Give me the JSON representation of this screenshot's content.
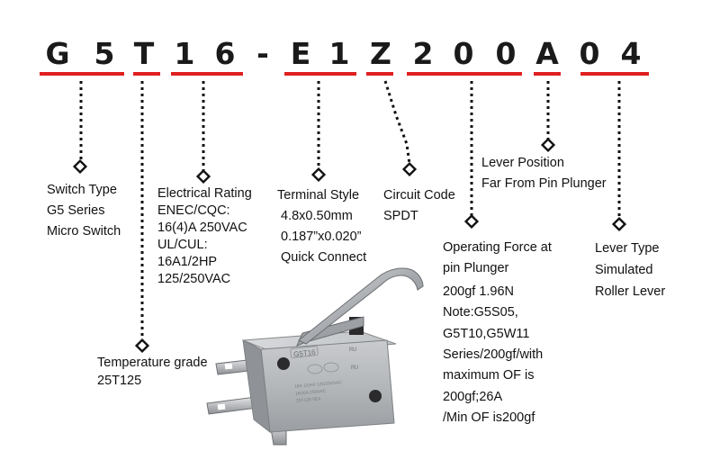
{
  "brand_color": "#e02020",
  "code_chars": [
    "G",
    "5",
    "T",
    "1",
    "6",
    "-",
    "E",
    "1",
    "Z",
    "2",
    "0",
    "0",
    "A",
    "0",
    "4"
  ],
  "labels": {
    "switch_type": [
      "Switch Type",
      "G5 Series",
      "Micro Switch"
    ],
    "temperature": [
      "Temperature grade",
      "25T125"
    ],
    "electrical": [
      "Electrical Rating",
      "ENEC/CQC:",
      "16(4)A 250VAC",
      "UL/CUL:",
      "16A1/2HP",
      "125/250VAC"
    ],
    "terminal": [
      "Terminal Style",
      "4.8x0.50mm",
      "0.187”x0.020”",
      "Quick Connect"
    ],
    "circuit": [
      "Circuit Code",
      "SPDT"
    ],
    "operating": [
      "Operating Force at",
      "pin Plunger",
      "200gf 1.96N",
      "Note:G5S05,",
      "G5T10,G5W11",
      "Series/200gf/with",
      "maximum OF is",
      "200gf;26A",
      "/Min OF is200gf"
    ],
    "lever_position": [
      "Lever Position",
      "Far From Pin Plunger"
    ],
    "lever_type": [
      "Lever Type",
      "Simulated",
      "Roller Lever"
    ]
  },
  "device_markings": {
    "model": "G5T16",
    "rating": "16A 1/2HP 125/250VAC",
    "line2": "16(4)A 250VAC",
    "line3": "25T125 5E4"
  }
}
